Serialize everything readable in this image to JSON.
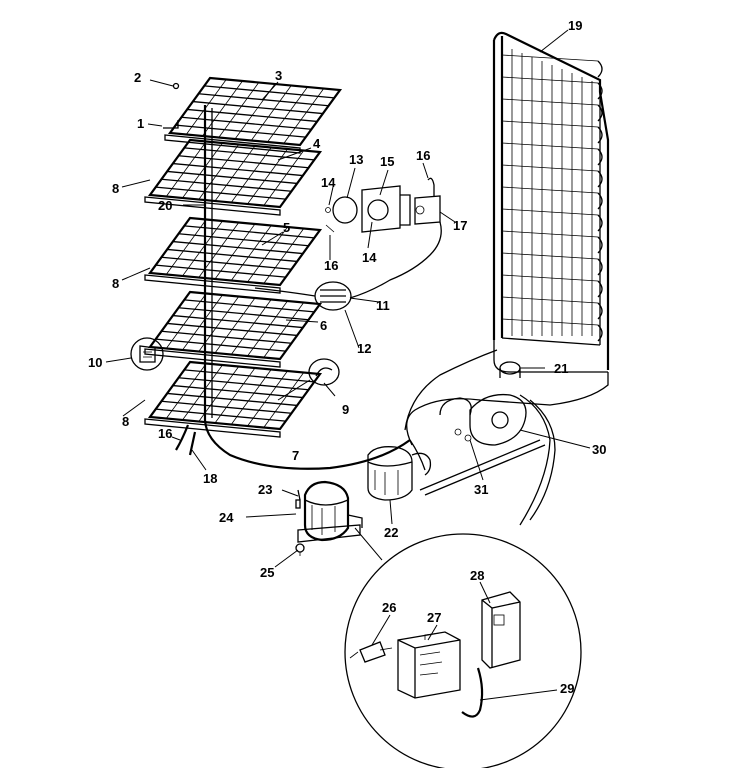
{
  "callouts": {
    "c1": "1",
    "c2": "2",
    "c3": "3",
    "c4": "4",
    "c5": "5",
    "c6": "6",
    "c7": "7",
    "c8a": "8",
    "c8b": "8",
    "c8c": "8",
    "c9": "9",
    "c10": "10",
    "c11": "11",
    "c12": "12",
    "c13": "13",
    "c14a": "14",
    "c14b": "14",
    "c15": "15",
    "c16a": "16",
    "c16b": "16",
    "c16c": "16",
    "c17": "17",
    "c18": "18",
    "c19": "19",
    "c20": "20",
    "c21": "21",
    "c22": "22",
    "c23": "23",
    "c24": "24",
    "c25": "25",
    "c26": "26",
    "c27": "27",
    "c28": "28",
    "c29": "29",
    "c30": "30",
    "c31": "31"
  },
  "style": {
    "line_color": "#000000",
    "background": "#ffffff"
  }
}
